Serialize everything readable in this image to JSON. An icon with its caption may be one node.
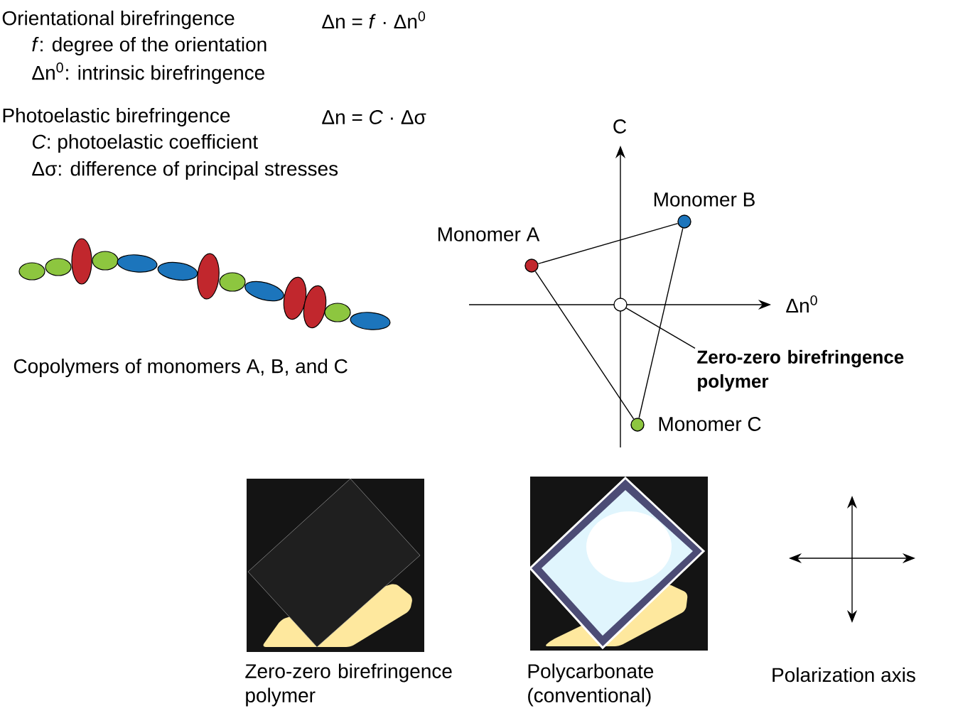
{
  "diagram": {
    "nodes": [
      {
        "text": [],
        "shape": "circle",
        "beside": [
          "Monomer A"
        ]
      },
      {
        "text": [],
        "shape": "circle",
        "beside": [
          "Monomer B"
        ]
      },
      {
        "text": [],
        "shape": "circle",
        "beside": [
          "Monomer C"
        ]
      },
      {
        "text": [],
        "shape": "circle"
      },
      {
        "text": [
          "Zero-zero birefringence polymer"
        ]
      }
    ],
    "edges": [
      {
        "from": 0,
        "to": 1,
        "arrow": "none"
      },
      {
        "from": 1,
        "to": 2,
        "arrow": "none"
      },
      {
        "from": 2,
        "to": 0,
        "arrow": "none"
      },
      {
        "from": 4,
        "to": 3,
        "arrow": "none"
      }
    ],
    "labels": [
      "Orientational birefringence",
      "Δn = *f* · Δn$^{0}$",
      "*f*: degree of the orientation",
      "Δn$^{0}$: intrinsic birefringence",
      "Photoelastic birefringence",
      "Δn = *C* · Δσ",
      "*C*: photoelastic coefficient",
      "Δσ: difference of principal stresses",
      "Copolymers of monomers A, B, and C",
      "C",
      "Δn$^{0}$",
      "Zero-zero birefringence polymer",
      "Polycarbonate (conventional)",
      "Polarization axis"
    ]
  }
}
